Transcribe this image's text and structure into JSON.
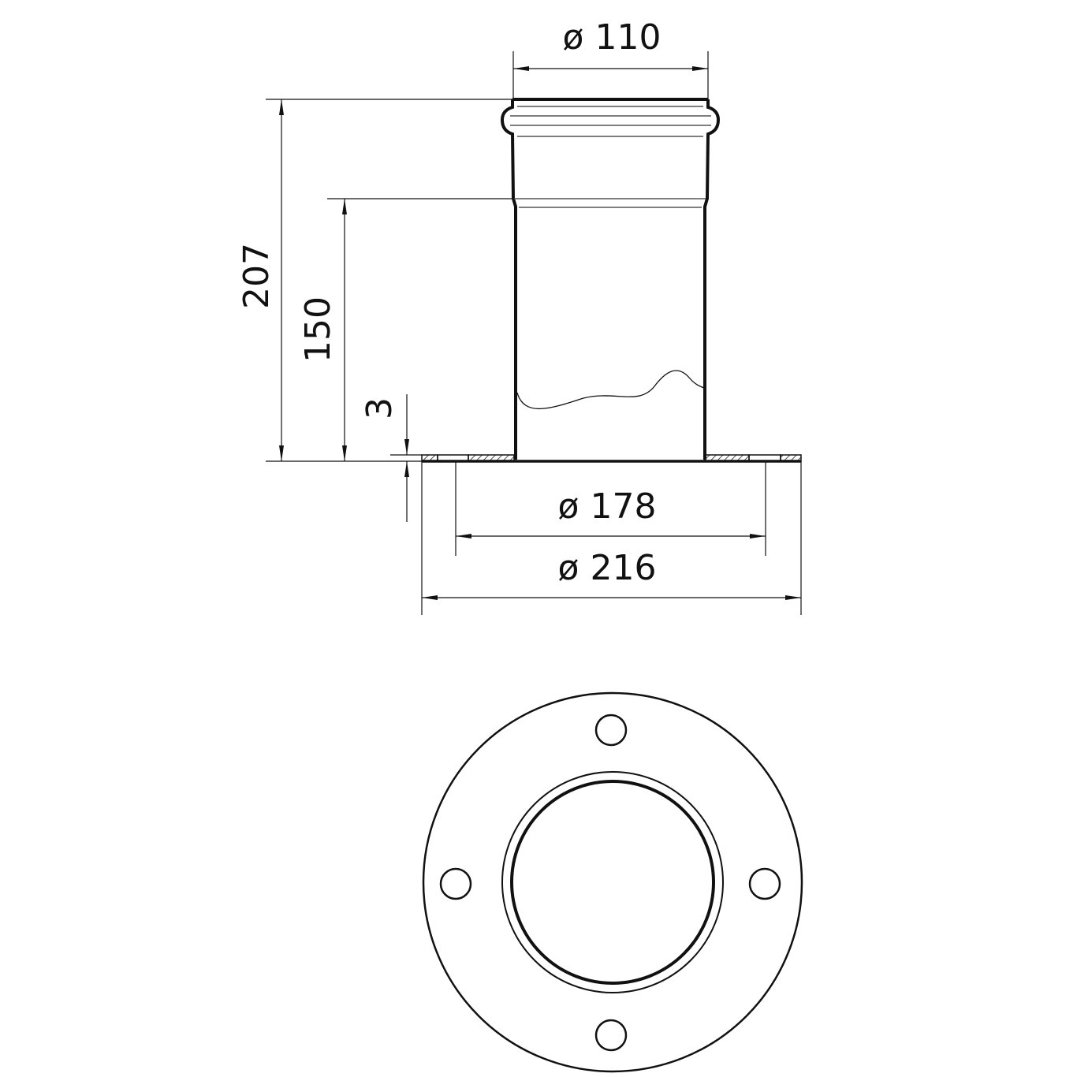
{
  "drawing": {
    "dimensions": {
      "pipe_diameter": "ø 110",
      "total_height": "207",
      "pipe_height": "150",
      "flange_thickness": "3",
      "bolt_circle_diameter": "ø 178",
      "flange_diameter": "ø 216"
    },
    "colors": {
      "line": "#111111",
      "background": "#ffffff"
    }
  }
}
